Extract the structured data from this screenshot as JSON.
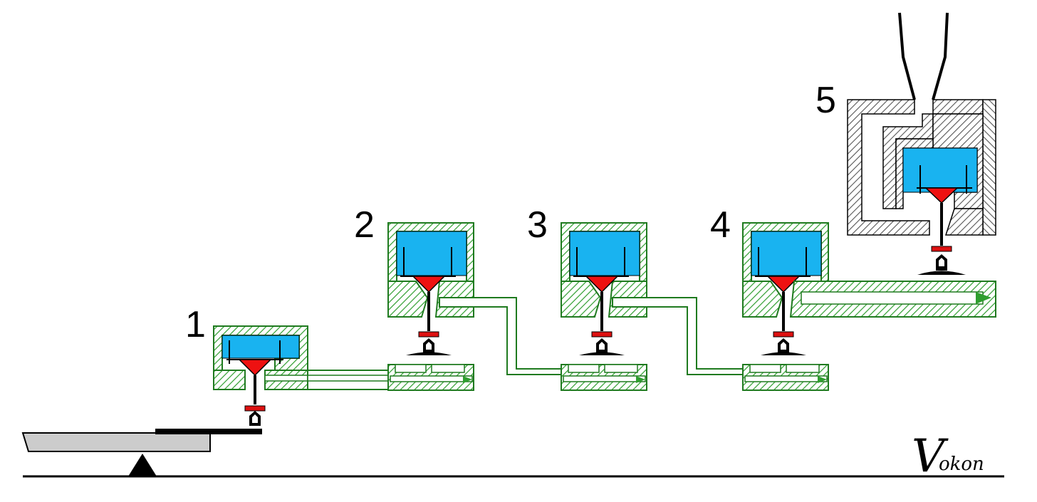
{
  "colors": {
    "relay_hatch": "#2f9e2f",
    "relay_outline": "#1f7a1f",
    "final_hatch": "#555555",
    "chamber_fill": "#19b3f0",
    "valve_cone": "#ee1111",
    "valve_seal": "#dd1111",
    "lever_fill": "#cccccc",
    "stem": "#000000"
  },
  "labels": {
    "stage1": "1",
    "stage2": "2",
    "stage3": "3",
    "stage4": "4",
    "stage5": "5"
  },
  "signature": {
    "initial": "V",
    "text": "okon"
  }
}
